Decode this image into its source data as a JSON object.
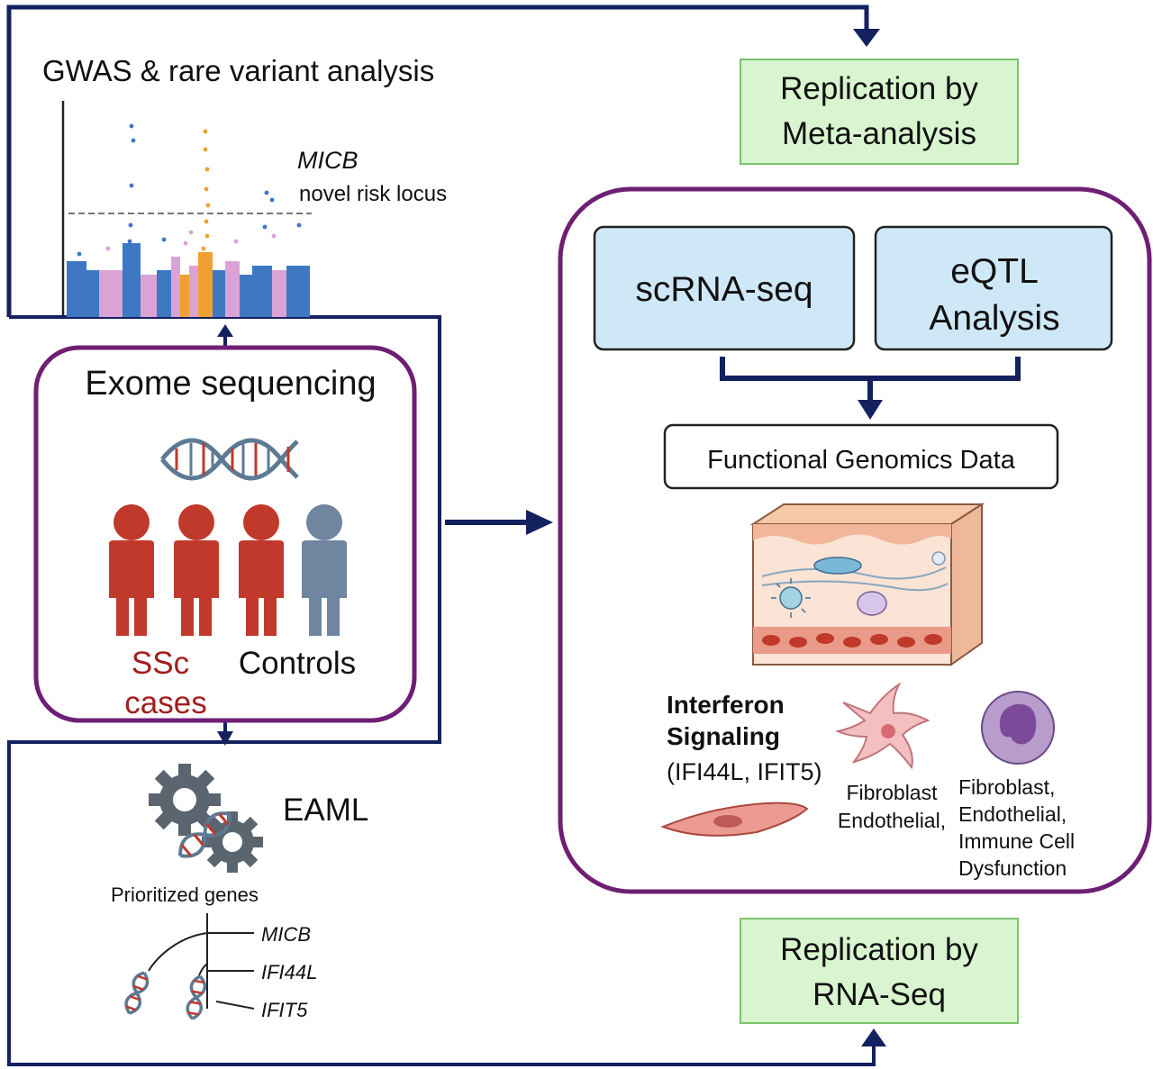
{
  "gwas": {
    "title": "GWAS & rare variant analysis",
    "gene_label": "MICB",
    "locus_label": "novel risk locus"
  },
  "exome": {
    "title": "Exome sequencing",
    "cases_line1": "SSc",
    "cases_line2": "cases",
    "controls_label": "Controls"
  },
  "eaml": {
    "title": "EAML",
    "prioritized_label": "Prioritized genes",
    "genes": [
      "MICB",
      "IFI44L",
      "IFIT5"
    ]
  },
  "replication_top": {
    "line1": "Replication by",
    "line2": "Meta-analysis"
  },
  "replication_bottom": {
    "line1": "Replication by",
    "line2": "RNA-Seq"
  },
  "functional": {
    "scrna_label": "scRNA-seq",
    "eqtl_line1": "eQTL",
    "eqtl_line2": "Analysis",
    "fgd_label": "Functional Genomics Data",
    "interferon_line1": "Interferon",
    "interferon_line2": "Signaling",
    "interferon_genes": "(IFI44L, IFIT5)",
    "cell_label_a_line1": "Fibroblast",
    "cell_label_a_line2": "Endothelial,",
    "cell_label_b_lines": [
      "Fibroblast,",
      "Endothelial,",
      "Immune Cell",
      "Dysfunction"
    ]
  },
  "colors": {
    "arrow_navy": "#14215f",
    "frame_purple": "#6e1f74",
    "green_box_fill": "#d9f5cf",
    "green_box_stroke": "#79c46a",
    "blue_box_fill": "#cfe8f7",
    "case_red": "#c0392b",
    "control_gray": "#6f85a0",
    "manhattan_blue": "#3e78c2",
    "manhattan_pink": "#dba2d6",
    "manhattan_orange": "#f0a033"
  }
}
